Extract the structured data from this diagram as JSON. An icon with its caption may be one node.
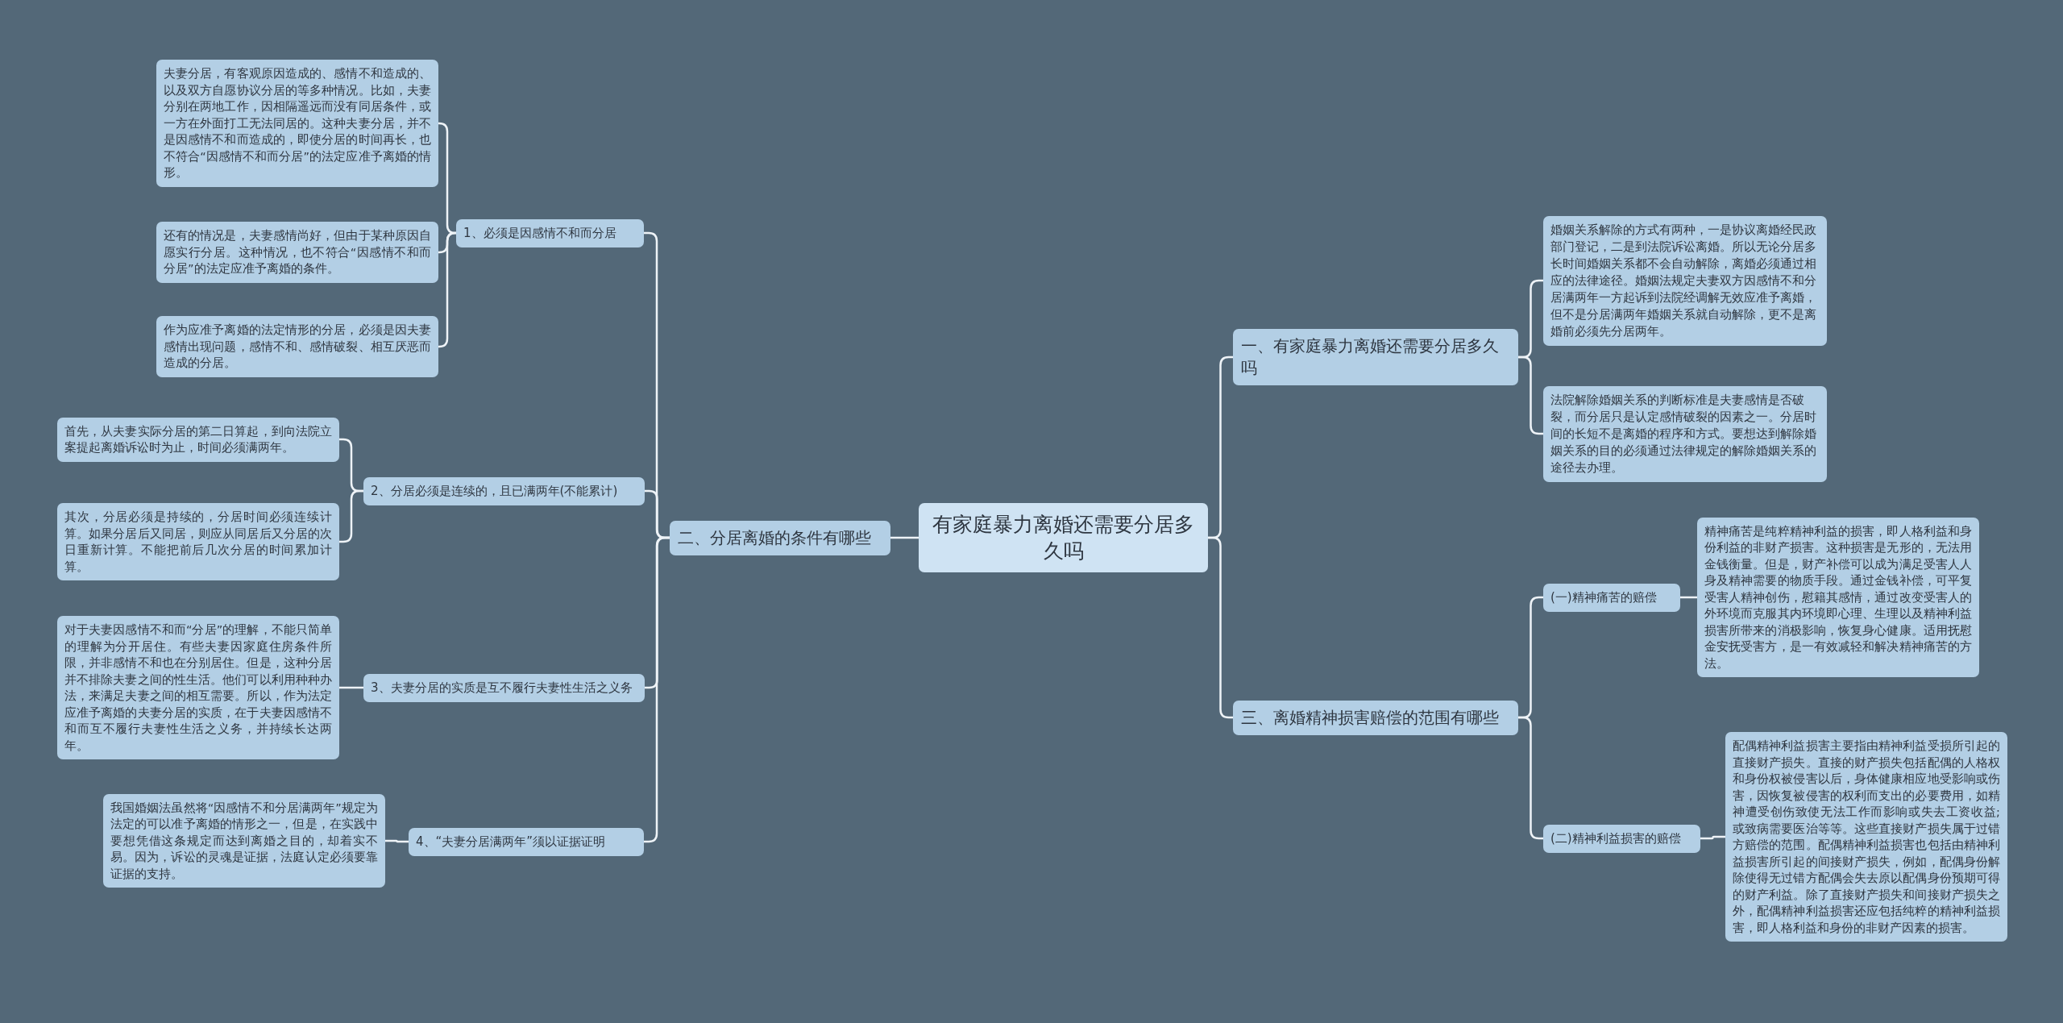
{
  "diagram": {
    "nodes": [
      {
        "text": [
          "有家庭暴力离婚还需要分居多久吗"
        ]
      },
      {
        "text": [
          "一、有家庭暴力离婚还需要分居多久吗"
        ]
      },
      {
        "text": [
          "婚姻关系解除的方式有两种，一是协议离婚经民政部门登记，二是到法院诉讼离婚。所以无论分居多长时间婚姻关系都不会自动解除，离婚必须通过相应的法律途径。婚姻法规定夫妻双方因感情不和分居满两年一方起诉到法院经调解无效应准予离婚，但不是分居满两年婚姻关系就自动解除，更不是离婚前必须先分居两年。"
        ]
      },
      {
        "text": [
          "法院解除婚姻关系的判断标准是夫妻感情是否破裂，而分居只是认定感情破裂的因素之一。分居时间的长短不是离婚的程序和方式。要想达到解除婚姻关系的目的必须通过法律规定的解除婚姻关系的途径去办理。"
        ]
      },
      {
        "text": [
          "三、离婚精神损害赔偿的范围有哪些"
        ]
      },
      {
        "text": [
          "(一)精神痛苦的赔偿"
        ]
      },
      {
        "text": [
          "精神痛苦是纯粹精神利益的损害，即人格利益和身份利益的非财产损害。这种损害是无形的，无法用金钱衡量。但是，财产补偿可以成为满足受害人人身及精神需要的物质手段。通过金钱补偿，可平复受害人精神创伤，慰籍其感情，通过改变受害人的外环境而克服其内环境即心理、生理以及精神利益损害所带来的消极影响，恢复身心健康。适用抚慰金安抚受害方，是一有效减轻和解决精神痛苦的方法。"
        ]
      },
      {
        "text": [
          "(二)精神利益损害的赔偿"
        ]
      },
      {
        "text": [
          "配偶精神利益损害主要指由精神利益受损所引起的直接财产损失。直接的财产损失包括配偶的人格权和身份权被侵害以后，身体健康相应地受影响或伤害，因恢复被侵害的权利而支出的必要费用，如精神遭受创伤致使无法工作而影响或失去工资收益;或致病需要医治等等。这些直接财产损失属于过错方赔偿的范围。配偶精神利益损害也包括由精神利益损害所引起的间接财产损失，例如，配偶身份解除使得无过错方配偶会失去原以配偶身份预期可得的财产利益。除了直接财产损失和间接财产损失之外，配偶精神利益损害还应包括纯粹的精神利益损害，即人格利益和身份的非财产因素的损害。"
        ]
      },
      {
        "text": [
          "二、分居离婚的条件有哪些"
        ]
      },
      {
        "text": [
          "1、必须是因感情不和而分居"
        ]
      },
      {
        "text": [
          "夫妻分居，有客观原因造成的、感情不和造成的、以及双方自愿协议分居的等多种情况。比如，夫妻分别在两地工作，因相隔遥远而没有同居条件，或一方在外面打工无法同居的。这种夫妻分居，并不是因感情不和而造成的，即使分居的时间再长，也不符合“因感情不和而分居”的法定应准予离婚的情形。"
        ]
      },
      {
        "text": [
          "还有的情况是，夫妻感情尚好，但由于某种原因自愿实行分居。这种情况，也不符合“因感情不和而分居”的法定应准予离婚的条件。"
        ]
      },
      {
        "text": [
          "作为应准予离婚的法定情形的分居，必须是因夫妻感情出现问题，感情不和、感情破裂、相互厌恶而造成的分居。"
        ]
      },
      {
        "text": [
          "2、分居必须是连续的，且已满两年(不能累计)"
        ]
      },
      {
        "text": [
          "首先，从夫妻实际分居的第二日算起，到向法院立案提起离婚诉讼时为止，时间必须满两年。"
        ]
      },
      {
        "text": [
          "其次，分居必须是持续的，分居时间必须连续计算。如果分居后又同居，则应从同居后又分居的次日重新计算。不能把前后几次分居的时间累加计算。"
        ]
      },
      {
        "text": [
          "3、夫妻分居的实质是互不履行夫妻性生活之义务"
        ]
      },
      {
        "text": [
          "对于夫妻因感情不和而“分居”的理解，不能只简单的理解为分开居住。有些夫妻因家庭住房条件所限，并非感情不和也在分别居住。但是，这种分居并不排除夫妻之间的性生活。他们可以利用种种办法，来满足夫妻之间的相互需要。所以，作为法定应准予离婚的夫妻分居的实质，在于夫妻因感情不和而互不履行夫妻性生活之义务，并持续长达两年。"
        ]
      },
      {
        "text": [
          "4、“夫妻分居满两年”须以证据证明"
        ]
      },
      {
        "text": [
          "我国婚姻法虽然将“因感情不和分居满两年”规定为法定的可以准予离婚的情形之一，但是，在实践中要想凭借这条规定而达到离婚之目的，却着实不易。因为，诉讼的灵魂是证据，法庭认定必须要靠证据的支持。"
        ]
      }
    ],
    "edges": [
      {
        "from": 0,
        "to": 1,
        "arrow": "none"
      },
      {
        "from": 1,
        "to": 2,
        "arrow": "none"
      },
      {
        "from": 1,
        "to": 3,
        "arrow": "none"
      },
      {
        "from": 0,
        "to": 4,
        "arrow": "none"
      },
      {
        "from": 4,
        "to": 5,
        "arrow": "none"
      },
      {
        "from": 5,
        "to": 6,
        "arrow": "none"
      },
      {
        "from": 4,
        "to": 7,
        "arrow": "none"
      },
      {
        "from": 7,
        "to": 8,
        "arrow": "none"
      },
      {
        "from": 0,
        "to": 9,
        "arrow": "none"
      },
      {
        "from": 9,
        "to": 10,
        "arrow": "none"
      },
      {
        "from": 10,
        "to": 11,
        "arrow": "none"
      },
      {
        "from": 10,
        "to": 12,
        "arrow": "none"
      },
      {
        "from": 10,
        "to": 13,
        "arrow": "none"
      },
      {
        "from": 9,
        "to": 14,
        "arrow": "none"
      },
      {
        "from": 14,
        "to": 15,
        "arrow": "none"
      },
      {
        "from": 14,
        "to": 16,
        "arrow": "none"
      },
      {
        "from": 9,
        "to": 17,
        "arrow": "none"
      },
      {
        "from": 17,
        "to": 18,
        "arrow": "none"
      },
      {
        "from": 9,
        "to": 19,
        "arrow": "none"
      },
      {
        "from": 19,
        "to": 20,
        "arrow": "none"
      }
    ]
  }
}
